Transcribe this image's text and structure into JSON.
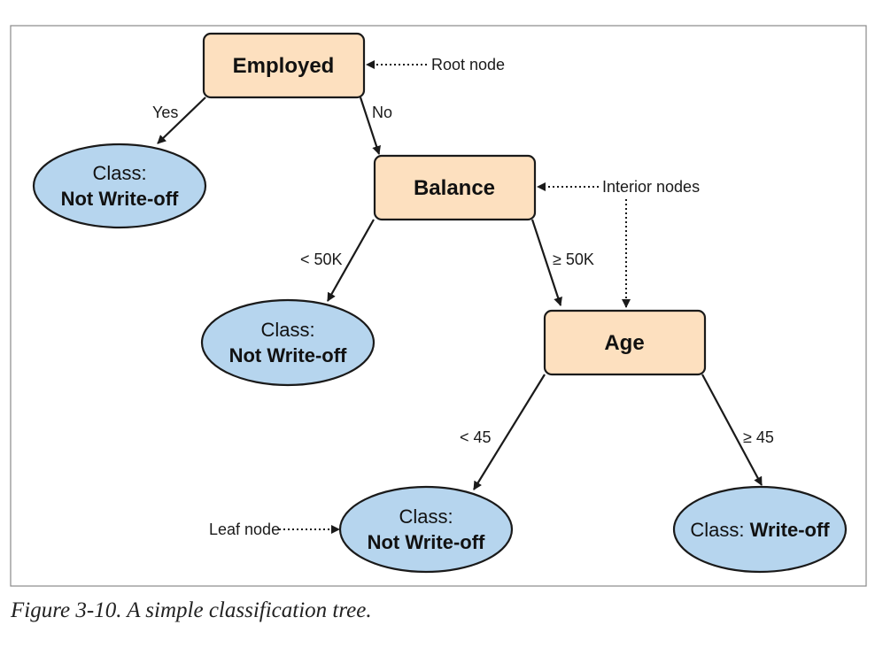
{
  "diagram": {
    "root": {
      "label": "Employed"
    },
    "balance": {
      "label": "Balance"
    },
    "age": {
      "label": "Age"
    },
    "leaf_employed_yes": {
      "class_prefix": "Class:",
      "class_value": "Not Write-off"
    },
    "leaf_balance_low": {
      "class_prefix": "Class:",
      "class_value": "Not Write-off"
    },
    "leaf_age_low": {
      "class_prefix": "Class:",
      "class_value": "Not Write-off"
    },
    "leaf_age_high": {
      "class_prefix": "Class:",
      "class_value": "Write-off"
    },
    "edges": {
      "yes": "Yes",
      "no": "No",
      "balance_low": "< 50K",
      "balance_high": "≥ 50K",
      "age_low": "< 45",
      "age_high": "≥ 45"
    },
    "annotations": {
      "root": "Root node",
      "interior": "Interior nodes",
      "leaf": "Leaf node"
    },
    "colors": {
      "node_fill": "#fde0bf",
      "leaf_fill": "#b6d5ee",
      "stroke": "#1a1a1a",
      "frame": "#8a8a8a"
    }
  },
  "caption": "Figure 3-10. A simple classification tree."
}
